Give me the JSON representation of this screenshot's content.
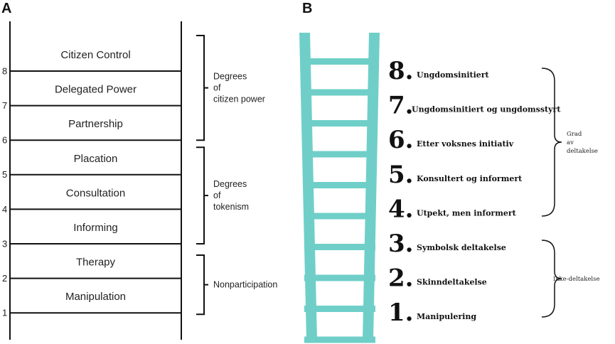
{
  "panel_a": {
    "letter": "A",
    "rungs": [
      {
        "level": 8,
        "label": "Citizen Control"
      },
      {
        "level": 7,
        "label": "Delegated Power"
      },
      {
        "level": 6,
        "label": "Partnership"
      },
      {
        "level": 5,
        "label": "Placation"
      },
      {
        "level": 4,
        "label": "Consultation"
      },
      {
        "level": 3,
        "label": "Informing"
      },
      {
        "level": 2,
        "label": "Therapy"
      },
      {
        "level": 1,
        "label": "Manipulation"
      }
    ],
    "ticks": [
      "8",
      "7",
      "6",
      "5",
      "4",
      "3",
      "2",
      "1"
    ],
    "groups": [
      {
        "lines": [
          "Degrees",
          "of",
          "citizen power"
        ],
        "from_level": 8,
        "to_level": 6
      },
      {
        "lines": [
          "Degrees",
          "of",
          "tokenism"
        ],
        "from_level": 5,
        "to_level": 3
      },
      {
        "lines": [
          "Nonparticipation"
        ],
        "from_level": 2,
        "to_level": 1
      }
    ]
  },
  "panel_b": {
    "letter": "B",
    "ladder_color": "#6fcfc8",
    "steps": [
      {
        "num": "8.",
        "label": "Ungdomsinitiert"
      },
      {
        "num": "7.",
        "label": "Ungdomsinitiert og ungdomsstyrt"
      },
      {
        "num": "6.",
        "label": "Etter voksnes initiativ"
      },
      {
        "num": "5.",
        "label": "Konsultert og informert"
      },
      {
        "num": "4.",
        "label": "Utpekt, men informert"
      },
      {
        "num": "3.",
        "label": "Symbolsk deltakelse"
      },
      {
        "num": "2.",
        "label": "Skinndeltakelse"
      },
      {
        "num": "1.",
        "label": "Manipulering"
      }
    ],
    "groups": [
      {
        "lines": [
          "Grad",
          "av",
          "deltakelse"
        ]
      },
      {
        "lines": [
          "Ikke-deltakelse"
        ]
      }
    ]
  }
}
